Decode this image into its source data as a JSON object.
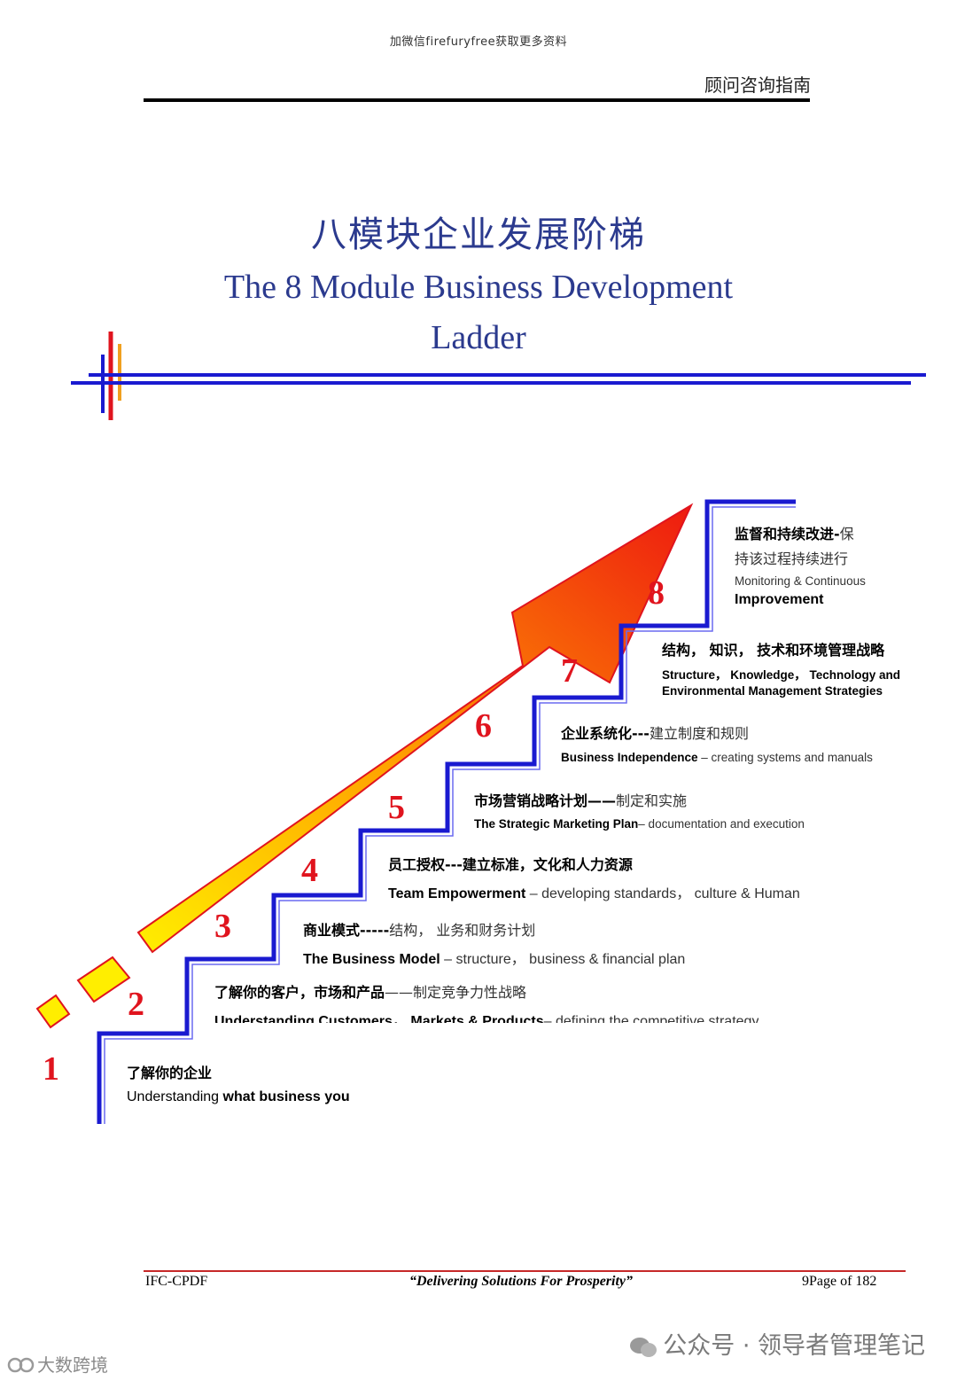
{
  "watermark_top": "加微信firefuryfree获取更多资料",
  "header": {
    "right_title": "顾问咨询指南"
  },
  "title": {
    "cn": "八模块企业发展阶梯",
    "en_line1": "The 8 Module Business Development",
    "en_line2": "Ladder"
  },
  "steps": [
    {
      "num": "1",
      "cn_bold": "了解你的企业",
      "cn_rest": "",
      "en_normal": "Understanding ",
      "en_bold": "what business you",
      "en_rest": ""
    },
    {
      "num": "2",
      "cn_bold": "了解你的客户，市场和产品",
      "cn_rest": "——制定竞争力性战略",
      "en_bold": "Understanding Customers，   Markets & Products",
      "en_rest": "– defining the competitive strategy"
    },
    {
      "num": "3",
      "cn_bold": "商业模式-----",
      "cn_rest": "结构，  业务和财务计划",
      "en_bold": "The Business Model",
      "en_rest": " – structure，   business & financial plan"
    },
    {
      "num": "4",
      "cn_bold": "员工授权---建立标准，文化和人力资源",
      "cn_rest": "",
      "en_bold": "Team Empowerment",
      "en_rest": " – developing standards，   culture & Human"
    },
    {
      "num": "5",
      "cn_bold": "市场营销战略计划——",
      "cn_rest": "制定和实施",
      "en_bold": "The Strategic Marketing Plan",
      "en_rest": "– documentation and execution"
    },
    {
      "num": "6",
      "cn_bold": "企业系统化---",
      "cn_rest": "建立制度和规则",
      "en_bold": "Business Independence",
      "en_rest": " – creating systems and manuals"
    },
    {
      "num": "7",
      "cn_bold": "结构，  知识，  技术和环境管理战略",
      "cn_rest": "",
      "en_line1": "Structure，  Knowledge，  Technology and",
      "en_line2": "Environmental Management Strategies"
    },
    {
      "num": "8",
      "cn_bold": "监督和持续改进-",
      "cn_rest": "保",
      "cn_line2": "持该过程持续进行",
      "en_line1": "Monitoring  &  Continuous",
      "en_line2": "Improvement"
    }
  ],
  "footer": {
    "left": "IFC-CPDF",
    "middle": "“Delivering Solutions For Prosperity”",
    "right": "9Page    of 182"
  },
  "watermark_bottom": "公众号 · 领导者管理笔记",
  "watermark_bottom_left": "大数跨境",
  "colors": {
    "title_blue": "#2b3a8e",
    "stair_blue": "#1a1ad0",
    "step_red": "#e0141e",
    "arrow_start": "#ffee00",
    "arrow_end": "#ee1a10"
  }
}
